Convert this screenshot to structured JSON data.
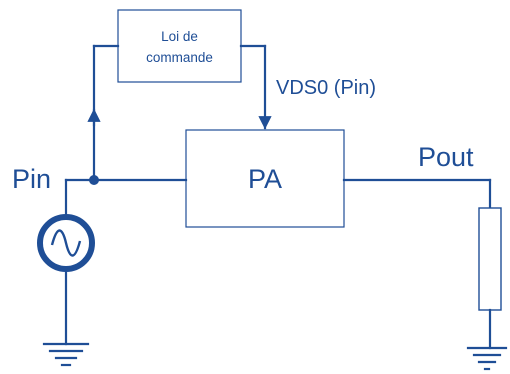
{
  "colors": {
    "accent": "#1f4e96"
  },
  "blocks": {
    "control_law": {
      "line1": "Loi de",
      "line2": "commande"
    },
    "amplifier": {
      "label": "PA"
    }
  },
  "signals": {
    "vds0": "VDS0 (Pin)",
    "pin": "Pin",
    "pout": "Pout"
  },
  "icons": {
    "source": "ac-source-icon",
    "ground": "ground-icon",
    "load": "resistor-icon"
  }
}
